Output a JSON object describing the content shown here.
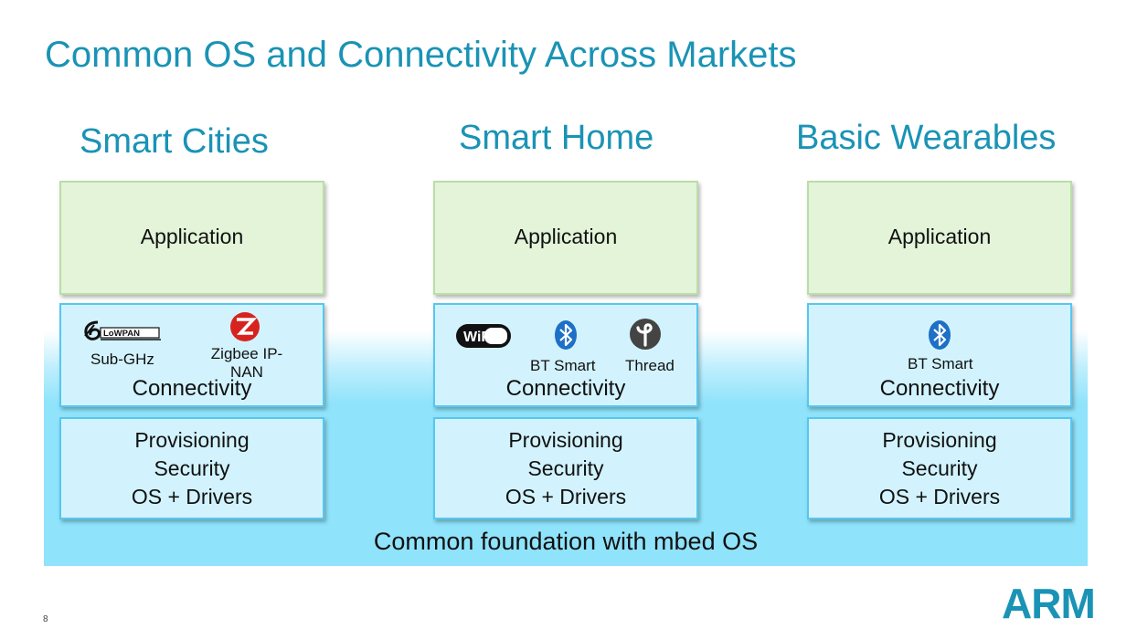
{
  "slide": {
    "title": "Common OS and Connectivity Across Markets",
    "page_number": "8",
    "logo_text": "ARM",
    "accent_color": "#1a93b5"
  },
  "foundation": {
    "label": "Common foundation with mbed OS"
  },
  "markets": [
    {
      "heading": "Smart Cities",
      "application": "Application",
      "connectivity_label": "Connectivity",
      "technologies": [
        {
          "icon": "6lowpan-logo-icon",
          "logo_text": "LoWPAN",
          "label": "Sub-GHz"
        },
        {
          "icon": "zigbee-logo-icon",
          "label": "Zigbee IP-NAN"
        }
      ],
      "foundation_lines": [
        "Provisioning",
        "Security",
        "OS + Drivers"
      ]
    },
    {
      "heading": "Smart Home",
      "application": "Application",
      "connectivity_label": "Connectivity",
      "technologies": [
        {
          "icon": "wifi-logo-icon",
          "logo_text": "WiFi",
          "label": ""
        },
        {
          "icon": "bluetooth-icon",
          "label": "BT Smart"
        },
        {
          "icon": "thread-logo-icon",
          "label": "Thread"
        }
      ],
      "foundation_lines": [
        "Provisioning",
        "Security",
        "OS + Drivers"
      ]
    },
    {
      "heading": "Basic Wearables",
      "application": "Application",
      "connectivity_label": "Connectivity",
      "technologies": [
        {
          "icon": "bluetooth-icon",
          "label": "BT Smart"
        }
      ],
      "foundation_lines": [
        "Provisioning",
        "Security",
        "OS + Drivers"
      ]
    }
  ]
}
